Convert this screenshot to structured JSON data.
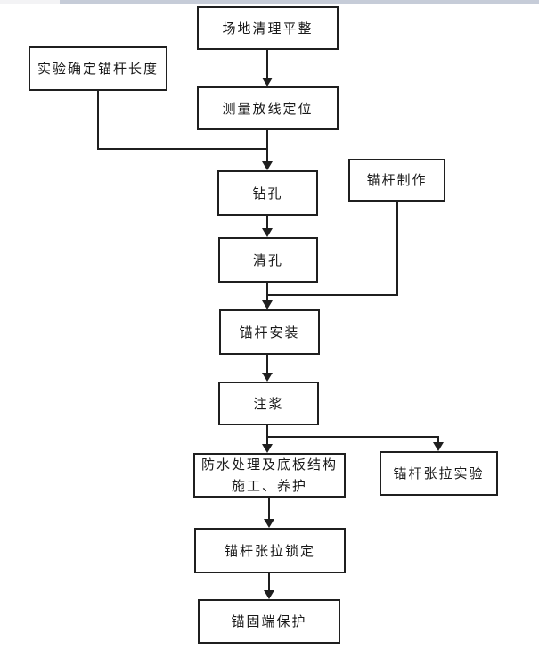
{
  "theme": {
    "background": "#ffffff",
    "box_border_color": "#1f1f1f",
    "line_color": "#1f1f1f",
    "text_color": "#1a1a1a",
    "topbar_left_color": "#f3f3f5",
    "topbar_right_color": "#c6ccd8"
  },
  "diagram": {
    "title": "",
    "nodes": {
      "site_clearing": {
        "label": "场地清理平整"
      },
      "determine_anchor_length": {
        "label": "实验确定锚杆长度"
      },
      "survey_layout": {
        "label": "测量放线定位"
      },
      "drilling": {
        "label": "钻孔"
      },
      "anchor_fabrication": {
        "label": "锚杆制作"
      },
      "hole_cleaning": {
        "label": "清孔"
      },
      "anchor_installation": {
        "label": "锚杆安装"
      },
      "grouting": {
        "label": "注浆"
      },
      "waterproofing_slab": {
        "label": "防水处理及底板结构\n施工、养护"
      },
      "tension_test": {
        "label": "锚杆张拉实验"
      },
      "tension_locking": {
        "label": "锚杆张拉锁定"
      },
      "anchor_end_protection": {
        "label": "锚固端保护"
      }
    },
    "edges": [
      "site_clearing -> survey_layout",
      "determine_anchor_length -> drilling",
      "survey_layout -> drilling",
      "drilling -> hole_cleaning",
      "anchor_fabrication -> anchor_installation",
      "hole_cleaning -> anchor_installation",
      "anchor_installation -> grouting",
      "grouting -> waterproofing_slab",
      "grouting -> tension_test",
      "waterproofing_slab -> tension_locking",
      "tension_locking -> anchor_end_protection"
    ]
  }
}
